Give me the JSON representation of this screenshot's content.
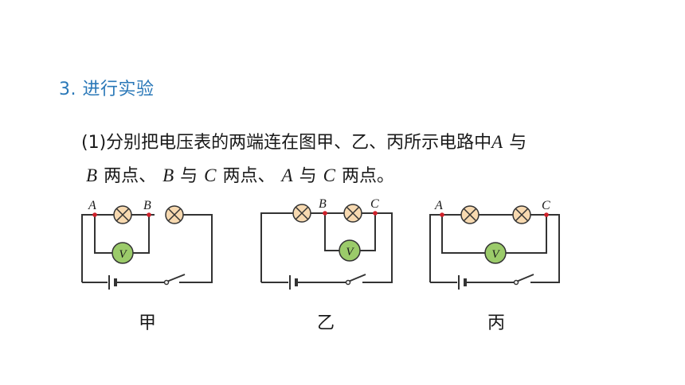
{
  "heading": "3. 进行实验",
  "paragraph": {
    "p1": "(1)分别把电压表的两端连在图甲、乙、丙所示电路中",
    "a1": "A",
    "yu1": "与",
    "b1": "B",
    "liangdian1": "两点、",
    "b2": "B",
    "yu2": "与",
    "c1": "C",
    "liangdian2": "两点、",
    "a2": "A",
    "yu3": "与",
    "c2": "C",
    "liangdian3": "两点。"
  },
  "circuits": [
    {
      "caption": "甲",
      "labels": [
        "A",
        "B"
      ],
      "meter": "V"
    },
    {
      "caption": "乙",
      "labels": [
        "B",
        "C"
      ],
      "meter": "V"
    },
    {
      "caption": "丙",
      "labels": [
        "A",
        "C"
      ],
      "meter": "V"
    }
  ],
  "colors": {
    "heading": "#2a78b8",
    "lamp_fill": "#f7d9b0",
    "meter_fill": "#9bcb6a",
    "node": "#d0202a",
    "wire": "#333333"
  }
}
